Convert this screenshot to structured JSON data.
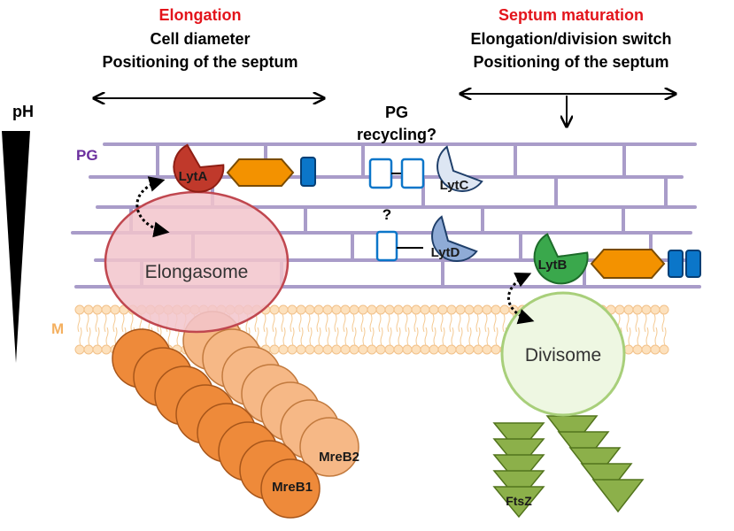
{
  "left_panel": {
    "title": "Elongation",
    "line1": "Cell diameter",
    "line2": "Positioning of the septum"
  },
  "right_panel": {
    "title": "Septum maturation",
    "line1": "Elongation/division switch",
    "line2": "Positioning of the septum"
  },
  "ph_label": "pH",
  "pg_label": "PG",
  "membrane_label": "M",
  "pg_recycling": {
    "line1": "PG",
    "line2": "recycling?"
  },
  "question_mark": "?",
  "proteins": {
    "lyta": "LytA",
    "lytb": "LytB",
    "lytc": "LytC",
    "lytd": "LytD"
  },
  "complexes": {
    "elongasome": "Elongasome",
    "divisome": "Divisome"
  },
  "filaments": {
    "mreb1": "MreB1",
    "mreb2": "MreB2",
    "ftsz": "FtsZ"
  },
  "colors": {
    "accent_red": "#e3141b",
    "pg_label": "#6b2f9e",
    "membrane_label": "#f4b060",
    "pg_brick": "#a99cc9",
    "lyta": "#c0392b",
    "lytb": "#3aa84c",
    "lytc": "#dde6f3",
    "lytd": "#8fabd6",
    "orange_domain": "#f39200",
    "blue_domain": "#0b76c9",
    "elongasome": "#f2c4cb",
    "divisome": "#eef7e2",
    "mreb1": "#ee8a3a",
    "mreb2": "#f6b886",
    "ftsz": "#8cb04a"
  }
}
